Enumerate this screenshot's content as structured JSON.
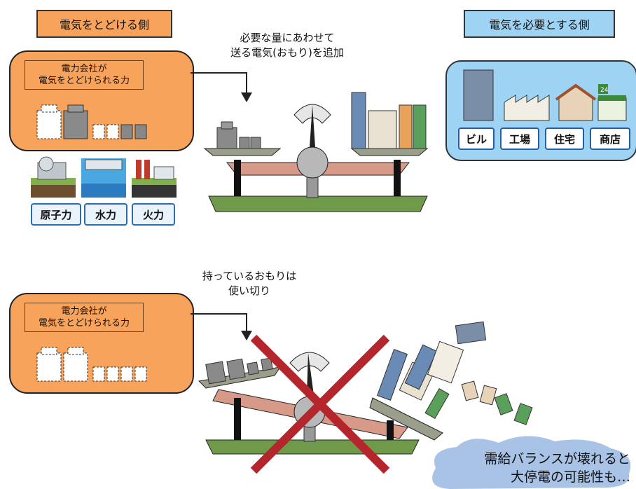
{
  "top": {
    "supply_header": "電気をとどける側",
    "demand_header": "電気を必要とする側",
    "supply_capacity_label": "電力会社が\n電気をとどけられる力",
    "add_weight_caption": "必要な量にあわせて\n送る電気(おもり)を追加",
    "sources": [
      "原子力",
      "水力",
      "火力"
    ],
    "consumers": [
      "ビル",
      "工場",
      "住宅",
      "商店"
    ],
    "store_sign": "24"
  },
  "bottom": {
    "supply_capacity_label": "電力会社が\n電気をとどけられる力",
    "used_up_caption": "持っているおもりは\n使い切り",
    "warning": "需給バランスが壊れると\n大停電の可能性も…"
  },
  "colors": {
    "orange": "#f7a35c",
    "blue_panel": "#9fd3f3",
    "beam": "#d79a88",
    "base_green": "#6e9a4a",
    "cross_red": "#b4262b",
    "cloud": "#a9c3e6"
  }
}
